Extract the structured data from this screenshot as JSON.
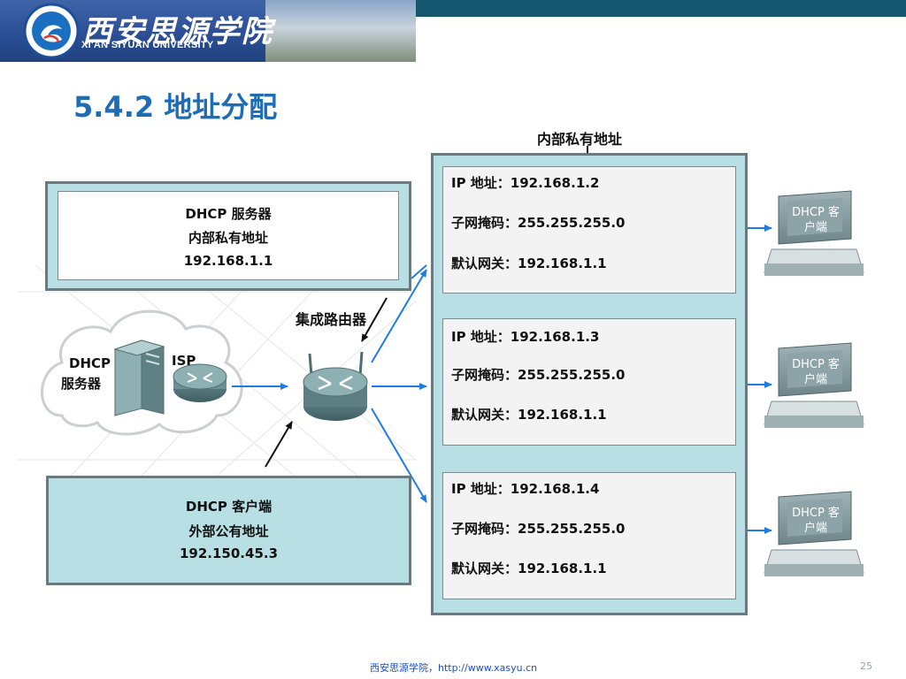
{
  "header": {
    "univ_name_cn": "西安思源学院",
    "univ_name_en": "XI'AN SIYUAN UNIVERSITY"
  },
  "title": "5.4.2 地址分配",
  "server_box": {
    "line1": "DHCP 服务器",
    "line2": "内部私有地址",
    "line3": "192.168.1.1"
  },
  "client_box": {
    "line1": "DHCP 客户端",
    "line2": "外部公有地址",
    "line3": "192.150.45.3"
  },
  "cloud": {
    "server_label_1": "DHCP",
    "server_label_2": "服务器",
    "isp_label": "ISP"
  },
  "router_label": "集成路由器",
  "pool_label": "内部私有地址",
  "entries": [
    {
      "ip": "IP 地址：192.168.1.2",
      "mask": "子网掩码：255.255.255.0",
      "gateway": "默认网关：192.168.1.1"
    },
    {
      "ip": "IP 地址：192.168.1.3",
      "mask": "子网掩码：255.255.255.0",
      "gateway": "默认网关：192.168.1.1"
    },
    {
      "ip": "IP 地址：192.168.1.4",
      "mask": "子网掩码：255.255.255.0",
      "gateway": "默认网关：192.168.1.1"
    }
  ],
  "clients": [
    {
      "line1": "DHCP 客",
      "line2": "户端"
    },
    {
      "line1": "DHCP 客",
      "line2": "户端"
    },
    {
      "line1": "DHCP 客",
      "line2": "户端"
    }
  ],
  "footer": {
    "text": "西安思源学院，http://www.xasyu.cn",
    "page_number": "25"
  },
  "colors": {
    "title": "#1f6cb6",
    "box_fill": "#b7dfe4",
    "arrow_blue": "#1e7ce6",
    "header_blue": "#2a4d93",
    "top_bar": "#15566f"
  }
}
